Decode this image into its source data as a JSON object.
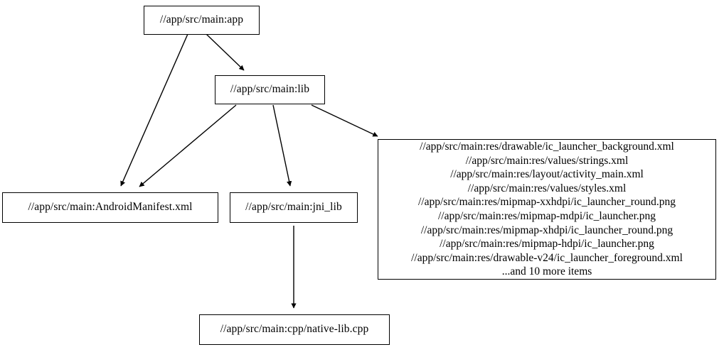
{
  "diagram": {
    "type": "dependency-graph",
    "title": "",
    "background_color": "#ffffff",
    "node_border_color": "#000000",
    "node_fill_color": "#ffffff",
    "text_color": "#000000",
    "edge_color": "#000000",
    "nodes": [
      {
        "id": "app",
        "label": "//app/src/main:app"
      },
      {
        "id": "lib",
        "label": "//app/src/main:lib"
      },
      {
        "id": "manifest",
        "label": "//app/src/main:AndroidManifest.xml"
      },
      {
        "id": "jni_lib",
        "label": "//app/src/main:jni_lib"
      },
      {
        "id": "native",
        "label": "//app/src/main:cpp/native-lib.cpp"
      },
      {
        "id": "res",
        "lines": [
          "//app/src/main:res/drawable/ic_launcher_background.xml",
          "//app/src/main:res/values/strings.xml",
          "//app/src/main:res/layout/activity_main.xml",
          "//app/src/main:res/values/styles.xml",
          "//app/src/main:res/mipmap-xxhdpi/ic_launcher_round.png",
          "//app/src/main:res/mipmap-mdpi/ic_launcher.png",
          "//app/src/main:res/mipmap-xhdpi/ic_launcher_round.png",
          "//app/src/main:res/mipmap-hdpi/ic_launcher.png",
          "//app/src/main:res/drawable-v24/ic_launcher_foreground.xml",
          "...and 10 more items"
        ]
      }
    ],
    "edges": [
      {
        "from": "app",
        "to": "lib"
      },
      {
        "from": "app",
        "to": "manifest"
      },
      {
        "from": "lib",
        "to": "manifest"
      },
      {
        "from": "lib",
        "to": "jni_lib"
      },
      {
        "from": "lib",
        "to": "res"
      },
      {
        "from": "jni_lib",
        "to": "native"
      }
    ]
  }
}
